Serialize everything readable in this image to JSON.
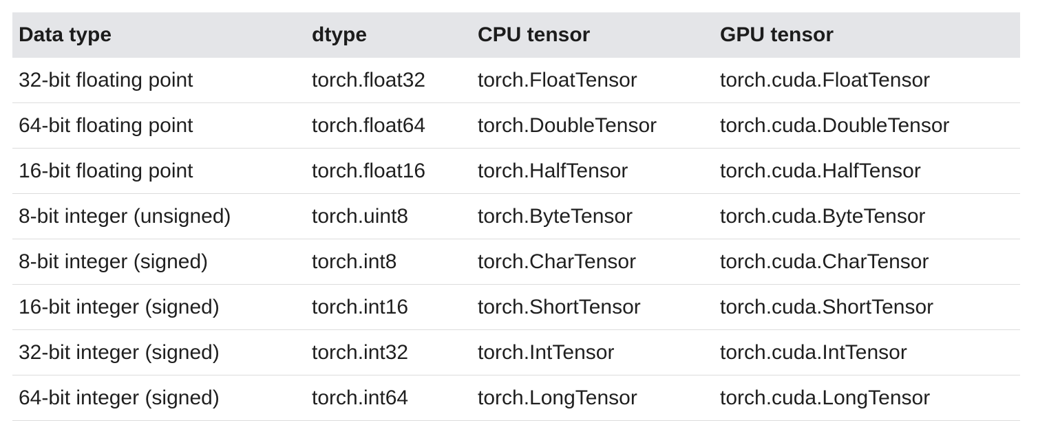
{
  "table": {
    "headers": [
      "Data type",
      "dtype",
      "CPU tensor",
      "GPU tensor"
    ],
    "rows": [
      [
        "32-bit floating point",
        "torch.float32",
        "torch.FloatTensor",
        "torch.cuda.FloatTensor"
      ],
      [
        "64-bit floating point",
        "torch.float64",
        "torch.DoubleTensor",
        "torch.cuda.DoubleTensor"
      ],
      [
        "16-bit floating point",
        "torch.float16",
        "torch.HalfTensor",
        "torch.cuda.HalfTensor"
      ],
      [
        "8-bit integer (unsigned)",
        "torch.uint8",
        "torch.ByteTensor",
        "torch.cuda.ByteTensor"
      ],
      [
        "8-bit integer (signed)",
        "torch.int8",
        "torch.CharTensor",
        "torch.cuda.CharTensor"
      ],
      [
        "16-bit integer (signed)",
        "torch.int16",
        "torch.ShortTensor",
        "torch.cuda.ShortTensor"
      ],
      [
        "32-bit integer (signed)",
        "torch.int32",
        "torch.IntTensor",
        "torch.cuda.IntTensor"
      ],
      [
        "64-bit integer (signed)",
        "torch.int64",
        "torch.LongTensor",
        "torch.cuda.LongTensor"
      ]
    ]
  },
  "colors": {
    "header_background": "#e4e5e8",
    "row_divider": "#dcdcdc",
    "text": "#1f1f1f"
  }
}
